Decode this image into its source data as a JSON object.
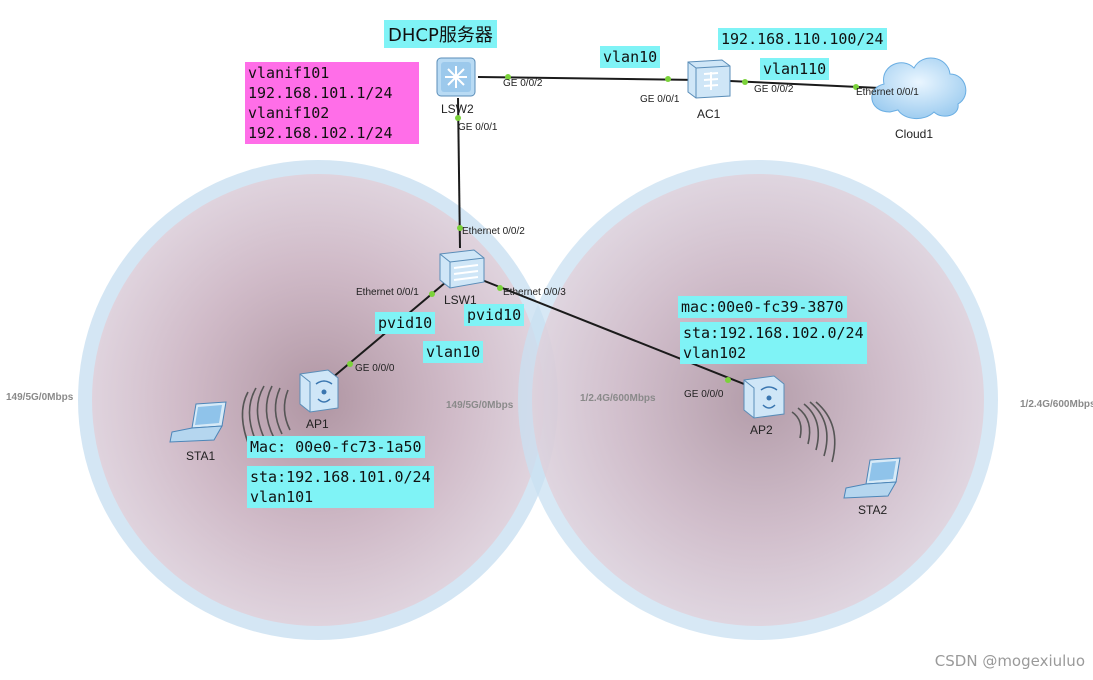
{
  "title": "DHCP服务器",
  "devices": {
    "lsw2": "LSW2",
    "ac1": "AC1",
    "cloud1": "Cloud1",
    "lsw1": "LSW1",
    "ap1": "AP1",
    "ap2": "AP2",
    "sta1": "STA1",
    "sta2": "STA2"
  },
  "ports": {
    "lsw2_to_ac1": "GE 0/0/2",
    "ac1_from_lsw2": "GE 0/0/1",
    "ac1_to_cloud": "GE 0/0/2",
    "cloud_port": "Ethernet 0/0/1",
    "lsw2_down": "GE 0/0/1",
    "lsw1_up": "Ethernet 0/0/2",
    "lsw1_to_ap1": "Ethernet 0/0/1",
    "lsw1_to_ap2": "Ethernet 0/0/3",
    "ap1_port": "GE 0/0/0",
    "ap2_port": "GE 0/0/0"
  },
  "notes": {
    "vlanif1": "vlanif101",
    "ip1": "192.168.101.1/24",
    "vlanif2": "vlanif102",
    "ip2": "192.168.102.1/24",
    "vlan10": "vlan10",
    "cloud_ip": "192.168.110.100/24",
    "vlan110": "vlan110",
    "pvid_left": "pvid10",
    "pvid_right": "pvid10",
    "vlan10_lower": "vlan10",
    "ap1_mac": "Mac: 00e0-fc73-1a50",
    "sta1_net": "sta:192.168.101.0/24",
    "sta1_vlan": "vlan101",
    "ap2_mac": "mac:00e0-fc39-3870",
    "sta2_net": "sta:192.168.102.0/24",
    "sta2_vlan": "vlan102"
  },
  "coverage": {
    "left_outer": "149/5G/0Mbps",
    "left_inner": "149/5G/0Mbps",
    "right_inner": "1/2.4G/600Mbps",
    "right_outer": "1/2.4G/600Mbps"
  },
  "watermark": "CSDN @mogexiuluo",
  "colors": {
    "link": "#1b1b1b",
    "port_dot": "#7bd23a",
    "note_cyan": "#7ff3f6",
    "note_pink": "#ff6ee8",
    "ring": "#c5deef",
    "coverage": "#d8b9c6"
  }
}
